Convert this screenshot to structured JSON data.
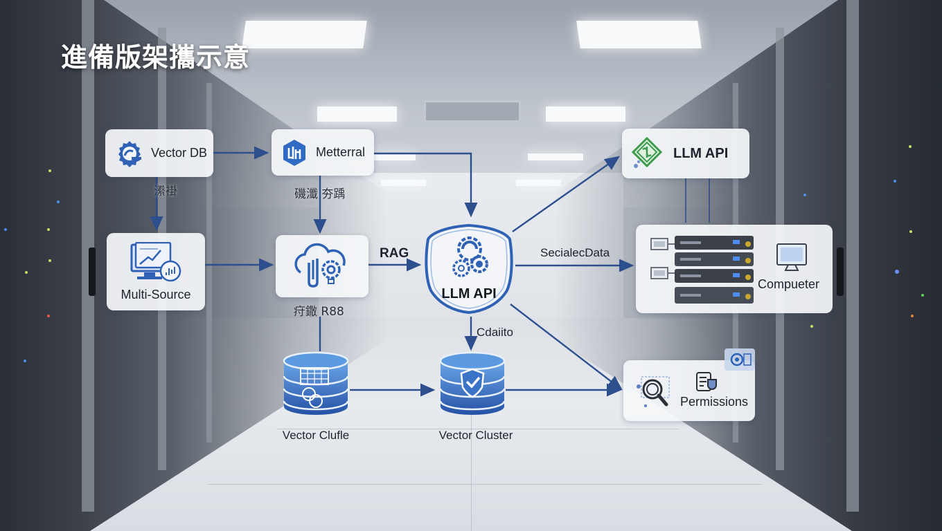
{
  "title": "進備版架攜示意",
  "colors": {
    "accent": "#2f5aa8",
    "arrow": "#2d4f8e",
    "node_bg": "#f4f6f9",
    "cylinder_top": "#5b9ae0",
    "cylinder_bottom": "#2a57ab",
    "green_icon": "#3d9a4e"
  },
  "nodes": {
    "vector_db": {
      "label": "Vector DB",
      "icon": "gear-g-icon",
      "caption": "潫褂"
    },
    "metterral": {
      "label": "Metterral",
      "icon": "hexagon-logo-icon",
      "caption": "磯瀸 夯踽"
    },
    "multi_source": {
      "label": "Multi-Source",
      "icon": "monitor-chart-icon"
    },
    "cloud_process": {
      "label": "",
      "icon": "cloud-gear-icon",
      "caption": "疛鏾 R88"
    },
    "llm_hub": {
      "label": "LLM API",
      "icon": "gears-icon"
    },
    "llm_api_right": {
      "label": "LLM API",
      "icon": "green-diamond-chip-icon"
    },
    "computer": {
      "label": "Compueter",
      "icon": "server-stack-monitor-icon"
    },
    "permissions": {
      "label": "Permissions",
      "icon": "search-magnifier-checklist-icon"
    },
    "vector_clufle": {
      "label": "Vector Clufle",
      "icon": "database-grid-robot-icon"
    },
    "vector_cluster": {
      "label": "Vector Cluster",
      "icon": "database-shield-check-icon"
    }
  },
  "edges": {
    "rag": "RAG",
    "secial_data": "SecialecData",
    "cdaiito": "Cdaiito"
  }
}
